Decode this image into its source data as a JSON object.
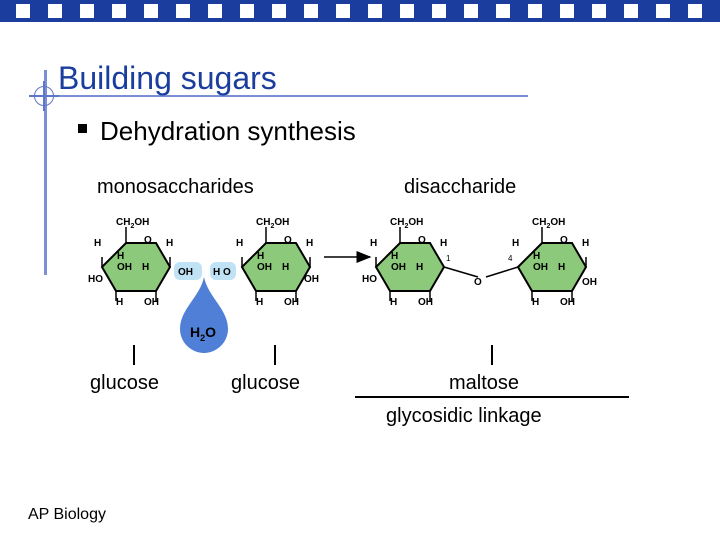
{
  "slide": {
    "title": "Building sugars",
    "bullet": "Dehydration synthesis",
    "footer": "AP Biology"
  },
  "labels": {
    "monosaccharides": "monosaccharides",
    "disaccharide": "disaccharide",
    "glucose_left": "glucose",
    "glucose_right": "glucose",
    "maltose": "maltose",
    "linkage": "glycosidic linkage"
  },
  "diagram": {
    "water": "H",
    "water_sub": "2",
    "water_o": "O",
    "ring": {
      "ch2oh": "CH",
      "ch2oh_sub": "2",
      "ch2oh_end": "OH",
      "h": "H",
      "o": "O",
      "oh": "OH",
      "ho": "HO",
      "h_spaced": "H O"
    },
    "linkage_o": "O",
    "carbon_1": "1",
    "carbon_4": "4"
  },
  "colors": {
    "accent": "#1a3d9e",
    "ring_fill": "#8cc97a",
    "water_drop": "#4f7fd6",
    "oh_highlight": "#bfe3f5"
  }
}
